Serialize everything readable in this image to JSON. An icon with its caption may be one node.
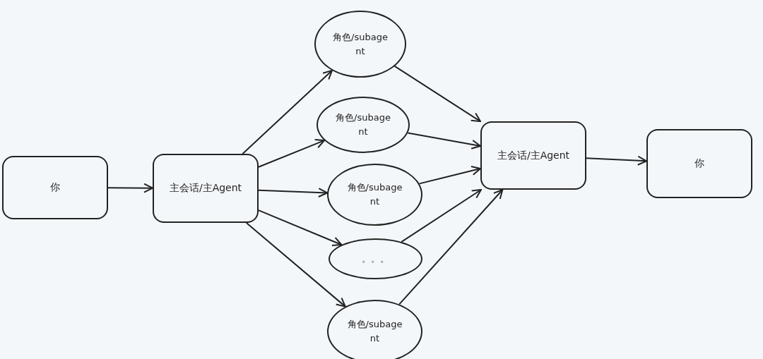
{
  "diagram": {
    "nodes": [
      {
        "text": [
          "你"
        ]
      },
      {
        "text": [
          "主会话/主Agent"
        ]
      },
      {
        "text": [
          "角色/subagent"
        ]
      },
      {
        "text": [
          "角色/subagent"
        ]
      },
      {
        "text": [
          "角色/subagent"
        ]
      },
      {
        "text": [
          "。。。"
        ]
      },
      {
        "text": [
          "角色/subagent"
        ]
      },
      {
        "text": [
          "主会话/主Agent"
        ]
      },
      {
        "text": [
          "你"
        ]
      }
    ],
    "edges": [
      {
        "from": 0,
        "to": 1,
        "arrow": "to"
      },
      {
        "from": 1,
        "to": 2,
        "arrow": "to"
      },
      {
        "from": 1,
        "to": 3,
        "arrow": "to"
      },
      {
        "from": 1,
        "to": 4,
        "arrow": "to"
      },
      {
        "from": 1,
        "to": 5,
        "arrow": "to"
      },
      {
        "from": 1,
        "to": 6,
        "arrow": "to"
      },
      {
        "from": 2,
        "to": 7,
        "arrow": "to"
      },
      {
        "from": 3,
        "to": 7,
        "arrow": "to"
      },
      {
        "from": 4,
        "to": 7,
        "arrow": "to"
      },
      {
        "from": 5,
        "to": 7,
        "arrow": "to"
      },
      {
        "from": 6,
        "to": 7,
        "arrow": "to"
      },
      {
        "from": 7,
        "to": 8,
        "arrow": "to"
      }
    ]
  }
}
